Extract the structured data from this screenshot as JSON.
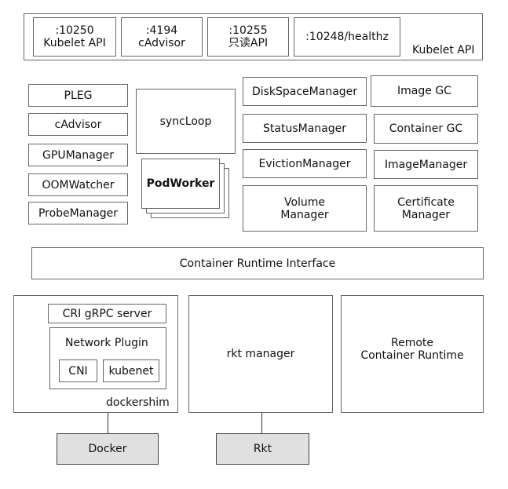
{
  "kubelet_api": {
    "label": "Kubelet API",
    "ports": [
      {
        "port": ":10250",
        "name": "Kubelet API"
      },
      {
        "port": ":4194",
        "name": "cAdvisor"
      },
      {
        "port": ":10255",
        "name": "只读API"
      },
      {
        "port": ":10248/healthz",
        "name": ""
      }
    ]
  },
  "left_modules": [
    "PLEG",
    "cAdvisor",
    "GPUManager",
    "OOMWatcher",
    "ProbeManager"
  ],
  "syncloop": "syncLoop",
  "podworker": "PodWorker",
  "managers_mid": [
    "DiskSpaceManager",
    "StatusManager",
    "EvictionManager",
    "Volume\nManager"
  ],
  "managers_right": [
    "Image GC",
    "Container GC",
    "ImageManager",
    "Certificate\nManager"
  ],
  "cri": "Container Runtime Interface",
  "dockershim": {
    "label": "dockershim",
    "grpc": "CRI gRPC server",
    "network_plugin": "Network Plugin",
    "plugins": [
      "CNI",
      "kubenet"
    ]
  },
  "rkt_manager": "rkt manager",
  "remote_runtime": "Remote\nContainer Runtime",
  "docker": "Docker",
  "rkt": "Rkt"
}
